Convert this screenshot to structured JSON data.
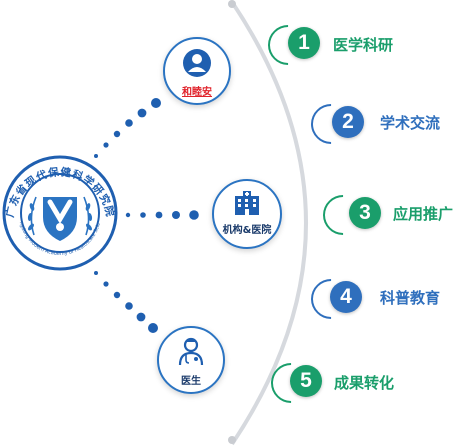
{
  "logo": {
    "name_cn": "广东省现代保健科学研究院",
    "name_en": "Guangdong Modern Academy of Healthcare Sciences"
  },
  "nodes": {
    "person": {
      "label": "和睦安",
      "label_color": "#e0222a",
      "icon": "user-icon"
    },
    "institution": {
      "label": "机构&医院",
      "icon": "hospital-building-icon"
    },
    "doctor": {
      "label": "医生",
      "icon": "doctor-icon"
    }
  },
  "items": [
    {
      "number": "1",
      "label": "医学科研",
      "color": "#1a9e6b"
    },
    {
      "number": "2",
      "label": "学术交流",
      "color": "#2f6fbd"
    },
    {
      "number": "3",
      "label": "应用推广",
      "color": "#1a9e6b"
    },
    {
      "number": "4",
      "label": "科普教育",
      "color": "#2f6fbd"
    },
    {
      "number": "5",
      "label": "成果转化",
      "color": "#1a9e6b"
    }
  ],
  "colors": {
    "blue": "#2b74c2",
    "green": "#1a9e6b",
    "arc": "#d6d9de"
  }
}
